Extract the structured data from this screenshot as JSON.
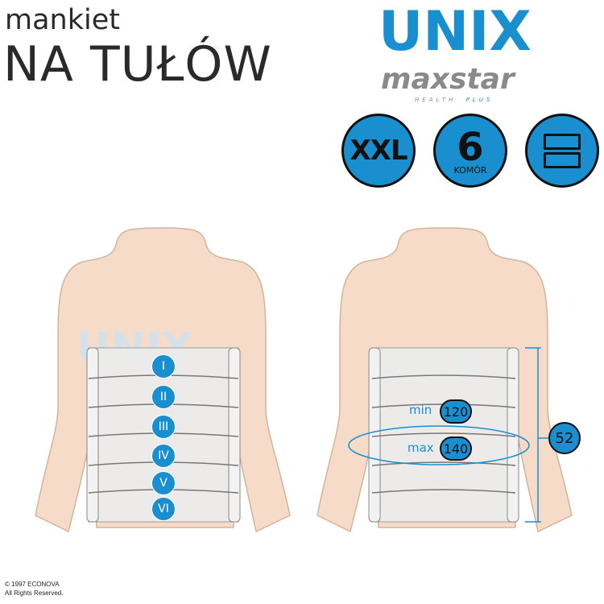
{
  "title": {
    "small": "mankiet",
    "big": "NA TUŁÓW"
  },
  "brand": {
    "name": "UNIX",
    "product": "maxstar",
    "tagline": "HEALTH",
    "tagline_accent": "PLUS",
    "watermark": "UNIX",
    "primary_color": "#1a8fd0",
    "gray_color": "#8a8a8a"
  },
  "badges": {
    "size": "XXL",
    "chambers_count": "6",
    "chambers_label": "KOMÓR",
    "shape_icon": "two-rectangles-icon"
  },
  "chambers": [
    "I",
    "II",
    "III",
    "IV",
    "V",
    "VI"
  ],
  "circumference": {
    "min_label": "min",
    "min_value": "120",
    "max_label": "max",
    "max_value": "140"
  },
  "height": "52",
  "copyright": {
    "line1": "© 1997 ECONOVA",
    "line2": "All Rights Reserved."
  }
}
